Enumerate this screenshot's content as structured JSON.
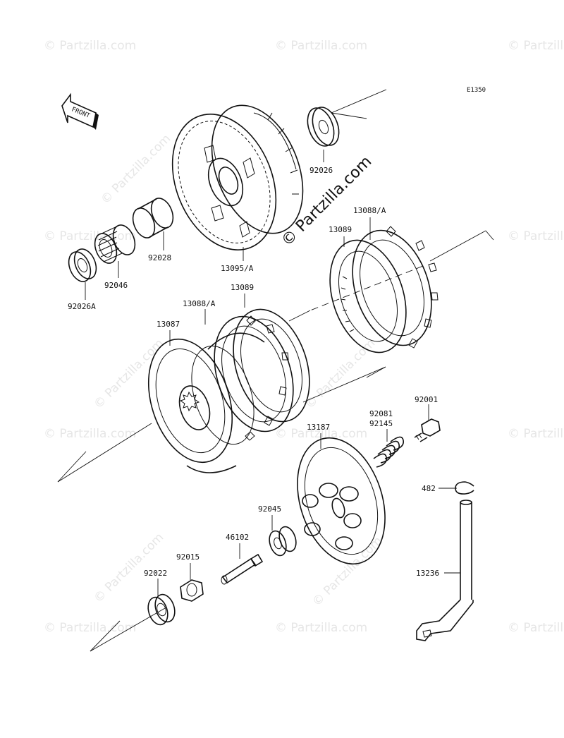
{
  "diagram_code": "E1350",
  "front_label": "FRONT",
  "watermark_main": "© Partzilla.com",
  "watermark_repeat": "© Partzilla.com",
  "parts": [
    {
      "id": "p1",
      "number": "92026"
    },
    {
      "id": "p2",
      "number": "13088/A"
    },
    {
      "id": "p3",
      "number": "13089"
    },
    {
      "id": "p4",
      "number": "92028"
    },
    {
      "id": "p5",
      "number": "92046"
    },
    {
      "id": "p6",
      "number": "92026A"
    },
    {
      "id": "p7",
      "number": "13095/A"
    },
    {
      "id": "p8",
      "number": "13089"
    },
    {
      "id": "p9",
      "number": "13088/A"
    },
    {
      "id": "p10",
      "number": "13087"
    },
    {
      "id": "p11",
      "number": "92001"
    },
    {
      "id": "p12",
      "number": "92081"
    },
    {
      "id": "p13",
      "number": "92145"
    },
    {
      "id": "p14",
      "number": "13187"
    },
    {
      "id": "p15",
      "number": "482"
    },
    {
      "id": "p16",
      "number": "92045"
    },
    {
      "id": "p17",
      "number": "46102"
    },
    {
      "id": "p18",
      "number": "92015"
    },
    {
      "id": "p19",
      "number": "92022"
    },
    {
      "id": "p20",
      "number": "13236"
    }
  ]
}
